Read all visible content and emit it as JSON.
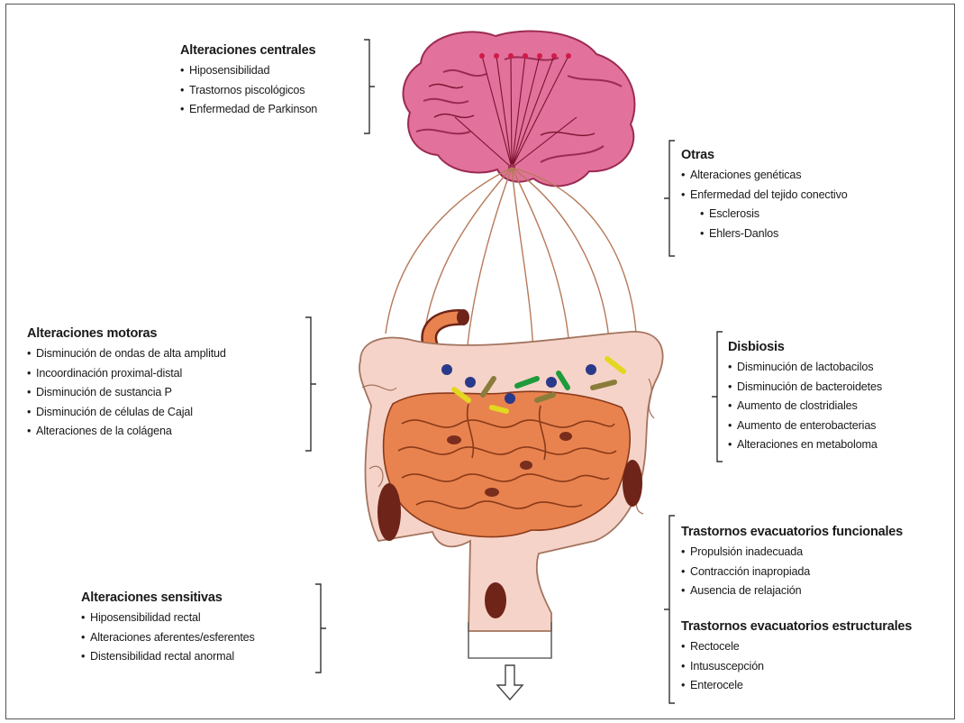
{
  "groups": [
    {
      "title": "Alteraciones centrales",
      "items": [
        "Hiposensibilidad",
        "Trastornos piscológicos",
        "Enfermedad de Parkinson"
      ]
    },
    {
      "title": "Otras",
      "items": [
        "Alteraciones genéticas",
        "Enfermedad del tejido conectivo"
      ],
      "subitems": [
        "Esclerosis",
        "Ehlers-Danlos"
      ]
    },
    {
      "title": "Alteraciones motoras",
      "items": [
        "Disminución de ondas de alta amplitud",
        "Incoordinación proximal-distal",
        "Disminución de sustancia P",
        "Disminución de células de Cajal",
        "Alteraciones de la colágena"
      ]
    },
    {
      "title": "Disbiosis",
      "items": [
        "Disminución de lactobacilos",
        "Disminución de bacteroidetes",
        "Aumento de clostridiales",
        "Aumento de enterobacterias",
        "Alteraciones en metaboloma"
      ]
    },
    {
      "title": "Trastornos evacuatorios funcionales",
      "items": [
        "Propulsión inadecuada",
        "Contracción inapropiada",
        "Ausencia de relajación"
      ]
    },
    {
      "title": "Trastornos evacuatorios estructurales",
      "items": [
        "Rectocele",
        "Intususcepción",
        "Enterocele"
      ]
    },
    {
      "title": "Alteraciones sensitivas",
      "items": [
        "Hiposensibilidad rectal",
        "Alteraciones aferentes/esferentes",
        "Distensibilidad rectal anormal"
      ]
    }
  ],
  "colors": {
    "brain": "#e2729b",
    "brain_dark": "#9b2b52",
    "vessel": "#7a1230",
    "colon": "#f6d3c9",
    "colon_outline": "#a3745f",
    "small_intestine": "#e8834f",
    "feces": "#6e2418",
    "nerve": "#b77a5a",
    "bracket": "#333333"
  },
  "icons": [
    "brain-illustration",
    "intestine-illustration",
    "bacteria-icon",
    "arrow-down-icon"
  ]
}
